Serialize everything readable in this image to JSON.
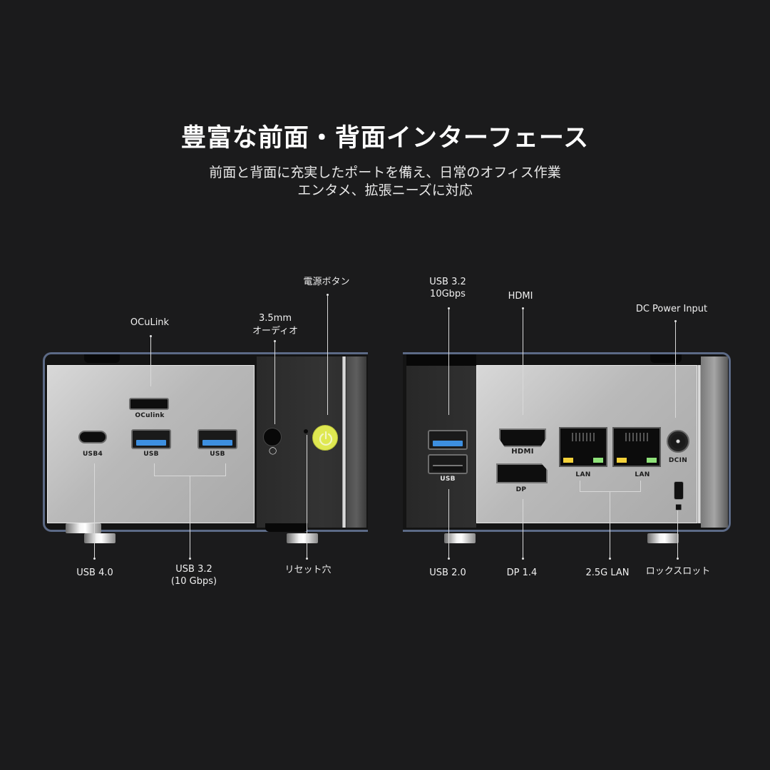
{
  "header": {
    "title": "豊富な前面・背面インターフェース",
    "subtitle_line1": "前面と背面に充実したポートを備え、日常のオフィス作業",
    "subtitle_line2": "エンタメ、拡張ニーズに対応"
  },
  "front_panel": {
    "callouts_top": {
      "oculink": "OCuLink",
      "audio_line1": "3.5mm",
      "audio_line2": "オーディオ",
      "power_button": "電源ボタン"
    },
    "port_labels": {
      "oculink": "OCulink",
      "usb4": "USB4",
      "usb_a_1": "USB",
      "usb_a_2": "USB"
    },
    "callouts_bottom": {
      "usb4": "USB 4.0",
      "usb32_line1": "USB 3.2",
      "usb32_line2": "(10 Gbps)",
      "reset": "リセット穴"
    },
    "colors": {
      "power_button": "#dfe851",
      "usb3_blue": "#3d8fe0",
      "frame": "#5c6a86"
    }
  },
  "rear_panel": {
    "callouts_top": {
      "usb32_line1": "USB 3.2",
      "usb32_line2": "10Gbps",
      "hdmi": "HDMI",
      "dc_power": "DC Power Input"
    },
    "port_labels": {
      "usb": "USB",
      "hdmi": "HDMI",
      "dp": "DP",
      "lan_1": "LAN",
      "lan_2": "LAN",
      "dcin": "DCIN"
    },
    "callouts_bottom": {
      "usb20": "USB 2.0",
      "dp14": "DP 1.4",
      "lan": "2.5G LAN",
      "lock_slot": "ロックスロット"
    },
    "colors": {
      "led_yellow": "#f4d23a",
      "led_green": "#8fe27a"
    }
  }
}
